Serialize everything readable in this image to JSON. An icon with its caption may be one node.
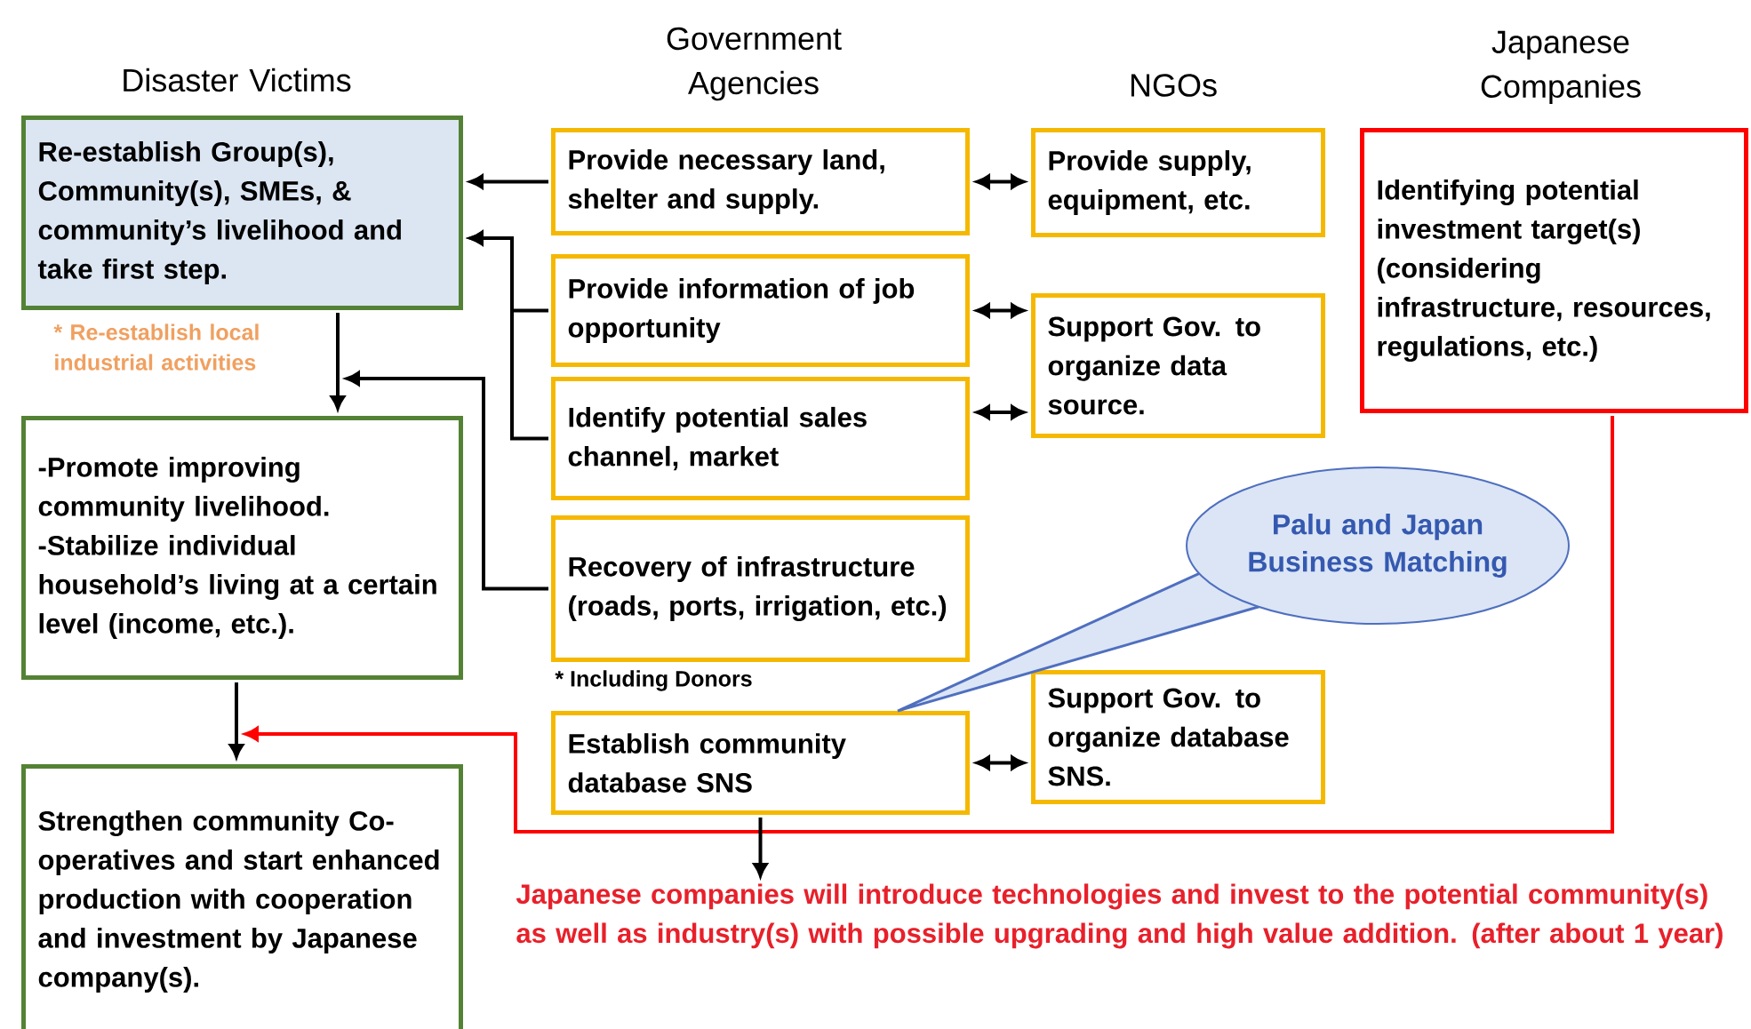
{
  "diagram": {
    "nodes": [
      {
        "text": [
          "Re-establish Group(s), Community(s), SMEs, & community’s livelihood and take first step."
        ],
        "beside": [
          "* Re-establish local industrial activities"
        ]
      },
      {
        "text": [
          "-Promote improving community livelihood. -Stabilize individual household’s living at a certain level (income, etc.)."
        ]
      },
      {
        "text": [
          "Strengthen community Co-operatives and start enhanced production with cooperation and investment by Japanese company(s)."
        ]
      },
      {
        "text": [
          "Provide necessary land, shelter and supply."
        ]
      },
      {
        "text": [
          "Provide information of job opportunity"
        ]
      },
      {
        "text": [
          "Identify potential sales channel, market"
        ]
      },
      {
        "text": [
          "Recovery of infrastructure (roads, ports, irrigation, etc.)"
        ]
      },
      {
        "text": [
          "Establish community database SNS"
        ]
      },
      {
        "text": [
          "Provide supply, equipment, etc."
        ]
      },
      {
        "text": [
          "Support Gov. to organize data source."
        ]
      },
      {
        "text": [
          "Support Gov. to organize database SNS."
        ]
      },
      {
        "text": [
          "Identifying potential investment target(s) (considering infrastructure, resources, regulations, etc.)"
        ]
      },
      {
        "text": [
          "Palu and Japan Business Matching"
        ]
      },
      {
        "text": [
          "Japanese companies will introduce technologies and invest to the potential community(s) as well as industry(s) with possible upgrading and high value addition. (after about 1 year)"
        ]
      }
    ],
    "edges": [
      {
        "from": 3,
        "to": 0,
        "arrow": "to"
      },
      {
        "from": 4,
        "to": 0,
        "arrow": "to"
      },
      {
        "from": 5,
        "to": 0,
        "arrow": "to"
      },
      {
        "from": 0,
        "to": 1,
        "arrow": "to"
      },
      {
        "from": 6,
        "to": 1,
        "arrow": "to"
      },
      {
        "from": 1,
        "to": 2,
        "arrow": "to"
      },
      {
        "from": 11,
        "to": 2,
        "arrow": "to",
        "color": "#ff0000"
      },
      {
        "from": 3,
        "to": 8,
        "arrow": "both"
      },
      {
        "from": 4,
        "to": 9,
        "arrow": "both"
      },
      {
        "from": 5,
        "to": 9,
        "arrow": "both"
      },
      {
        "from": 7,
        "to": 10,
        "arrow": "both"
      },
      {
        "from": 7,
        "to": 13,
        "arrow": "to"
      }
    ],
    "labels": [
      "Disaster Victims",
      "Government Agencies",
      "NGOs",
      "Japanese Companies",
      "* Including Donors"
    ]
  }
}
